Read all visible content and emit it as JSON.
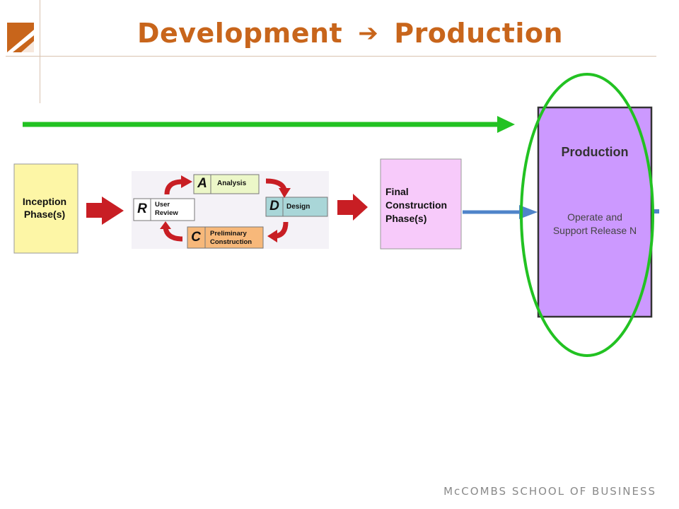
{
  "title": {
    "left": "Development",
    "arrow_glyph": "➔",
    "right": "Production"
  },
  "inception": {
    "label_line1": "Inception",
    "label_line2": "Phase(s)"
  },
  "cycle": {
    "analysis": {
      "letter": "A",
      "label": "Analysis"
    },
    "design": {
      "letter": "D",
      "label": "Design"
    },
    "review": {
      "letter": "R",
      "label_line1": "User",
      "label_line2": "Review"
    },
    "construction": {
      "letter": "C",
      "label_line1": "Preliminary",
      "label_line2": "Construction"
    }
  },
  "final": {
    "line1": "Final",
    "line2": "Construction",
    "line3": "Phase(s)"
  },
  "production": {
    "heading": "Production",
    "line1": "Operate and",
    "line2": "Support Release N"
  },
  "footer": "McCOMBS SCHOOL OF BUSINESS",
  "colors": {
    "title": "#c8651b",
    "progress_arrow": "#22c222",
    "highlight_ellipse": "#22c222",
    "inception_fill": "#fdf6a6",
    "final_fill": "#f7cafa",
    "production_fill": "#cc99ff",
    "analysis_fill": "#ecf7c8",
    "design_fill": "#a9d6d8",
    "construction_fill": "#f7b87a",
    "review_fill": "#ffffff",
    "red_arrow": "#c81e24",
    "blue_arrow": "#4f84c9"
  },
  "icons": {
    "logo": "mccombs-logo-icon"
  }
}
